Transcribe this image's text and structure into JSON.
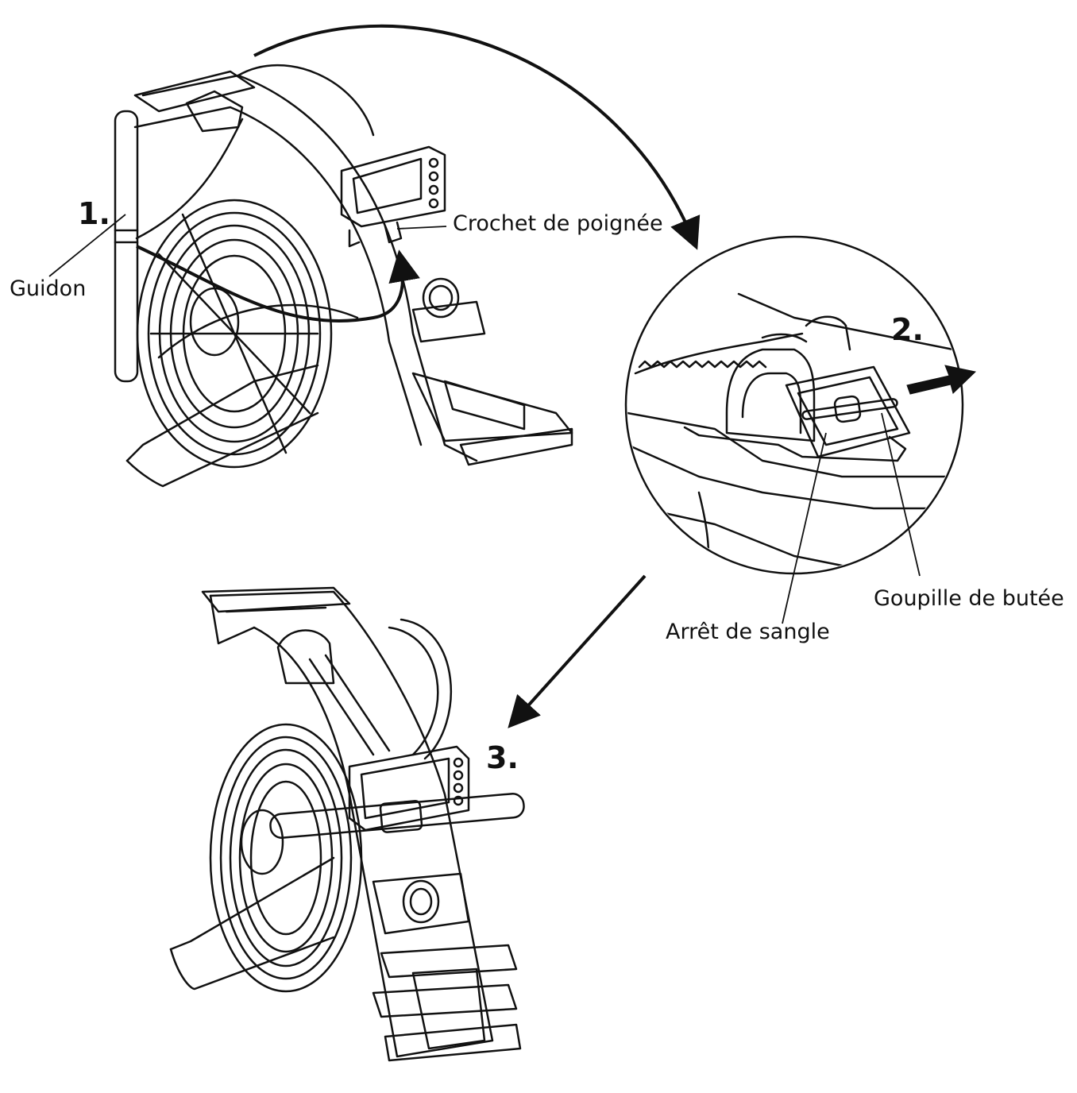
{
  "steps": {
    "step1": "1.",
    "step2": "2.",
    "step3": "3."
  },
  "labels": {
    "guidon": "Guidon",
    "crochet": "Crochet de poignée",
    "goupille": "Goupille de butée",
    "arret": "Arrêt de sangle"
  },
  "colors": {
    "line": "#111111",
    "background": "#ffffff"
  }
}
